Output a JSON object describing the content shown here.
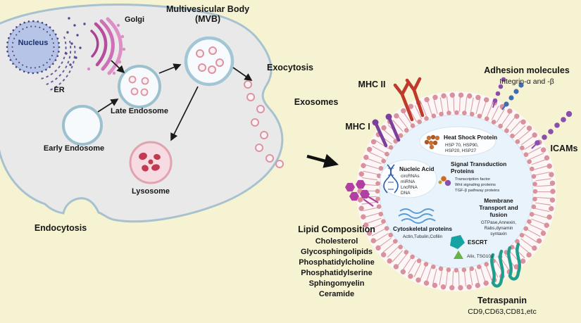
{
  "colors": {
    "background": "#f6f3d3",
    "cell_fill": "#e9e9ea",
    "cell_outline": "#a7c2ce",
    "membrane_pink": "#d9919b",
    "membrane_tail": "#d8a0a8",
    "exosome_lumen": "#e9f3fb",
    "mhc2_red": "#c0392b",
    "mhc1_purple": "#7b3f9d",
    "adhesion_blue": "#3f6db5",
    "icam_purple": "#8a4fae",
    "lipid_magenta": "#b13fa3",
    "tetraspanin_teal": "#1f9e8e",
    "escrt_teal": "#16a3a3",
    "escrt_green": "#67b346",
    "golgi_pink": "#cf6fb5",
    "nucleus_fill": "#b6c5e7",
    "lysosome_red": "#c13a52"
  },
  "cell": {
    "nucleus": "Nucleus",
    "er": "ER",
    "golgi": "Golgi",
    "mvb_line1": "Multivesicular Body",
    "mvb_line2": "(MVB)",
    "late_endosome": "Late Endosome",
    "early_endosome": "Early Endosome",
    "lysosome": "Lysosome",
    "endocytosis": "Endocytosis",
    "exocytosis": "Exocytosis",
    "exosomes": "Exosomes"
  },
  "exosome": {
    "mhc2": "MHC II",
    "mhc1": "MHC I",
    "adhesion_title": "Adhesion molecules",
    "adhesion_sub": "Integrin-α and -β",
    "icams": "ICAMs",
    "hsp": {
      "title": "Heat Shock Protein",
      "items": [
        "HSP 70, HSP90,",
        "HSP20, HSP27"
      ]
    },
    "nucleic": {
      "title": "Nucleic Acid",
      "items": [
        "circRNAs",
        "miRNA",
        "LncRNA",
        "DNA"
      ]
    },
    "signal": {
      "title_line1": "Signal Transduction",
      "title_line2": "Proteins",
      "items": [
        "Transcription factor",
        "Wnt signaling proteins",
        "TGF-β pathway proteins"
      ]
    },
    "transport": {
      "title_line1": "Membrane",
      "title_line2": "Transport and",
      "title_line3": "fusion",
      "items": [
        "GTPase,Annexin,",
        "Rabs,dynamin",
        "syntaxin"
      ]
    },
    "cytoskeletal": {
      "title": "Cytoskeletal proteins",
      "items": "Actin,Tubulin,Cofilin"
    },
    "escrt": {
      "title": "ESCRT",
      "items": "Alix, TSG101"
    },
    "lipid": {
      "title": "Lipid Composition",
      "items": [
        "Cholesterol",
        "Glycosphingolipids",
        "Phosphatidylcholine",
        "Phosphatidylserine",
        "Sphingomyelin",
        "Ceramide"
      ]
    },
    "tetraspanin": {
      "title": "Tetraspanin",
      "sub": "CD9,CD63,CD81,etc"
    }
  }
}
